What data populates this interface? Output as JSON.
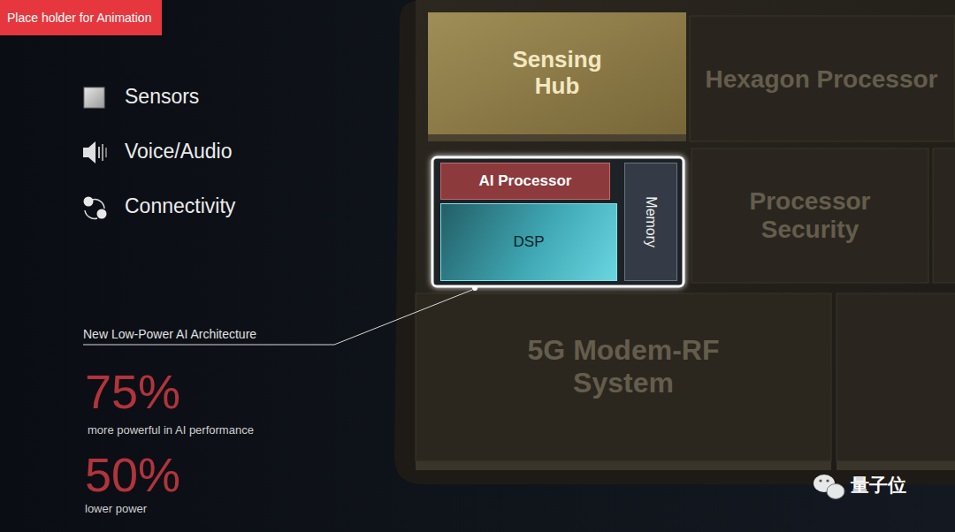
{
  "diagram": {
    "nodes": [
      {
        "text": [
          "Sensing Hub"
        ]
      },
      {
        "text": [
          "Hexagon Processor"
        ]
      },
      {
        "text": [
          "AI Processor"
        ]
      },
      {
        "text": [
          "DSP"
        ]
      },
      {
        "text": [
          "Memory"
        ]
      },
      {
        "text": [
          "Processor Security"
        ]
      },
      {
        "text": [
          "5G Modem-RF System"
        ]
      }
    ],
    "labels": [
      "Place holder for Animation",
      "Sensors",
      "Voice/Audio",
      "Connectivity",
      "New Low-Power AI Architecture",
      "75%",
      "more powerful in AI performance",
      "50%",
      "lower power",
      "量子位"
    ]
  }
}
